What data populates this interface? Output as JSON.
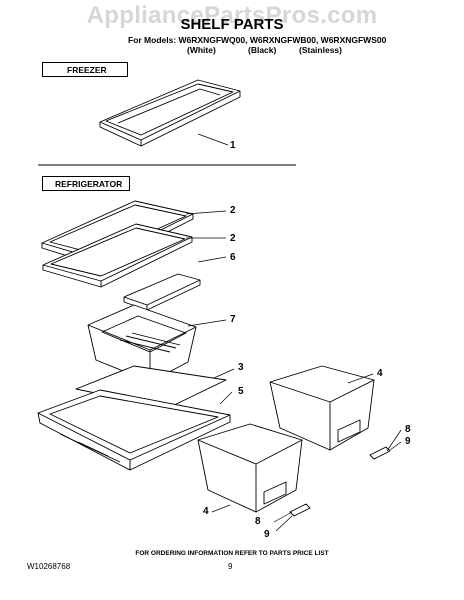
{
  "watermark": "AppliancePartsPros.com",
  "header": {
    "title": "SHELF PARTS",
    "models_line": "For Models: W6RXNGFWQ00, W6RXNGFWB00, W6RXNGFWS00",
    "variants": [
      "(White)",
      "(Black)",
      "(Stainless)"
    ]
  },
  "sections": {
    "freezer": "FREEZER",
    "refrigerator": "REFRIGERATOR"
  },
  "callouts": [
    "1",
    "2",
    "2",
    "6",
    "7",
    "3",
    "5",
    "4",
    "8",
    "9",
    "4",
    "8",
    "9"
  ],
  "footer": {
    "ordering_note": "FOR ORDERING INFORMATION REFER TO PARTS PRICE LIST",
    "doc_number": "W10268768",
    "page_number": "9"
  }
}
